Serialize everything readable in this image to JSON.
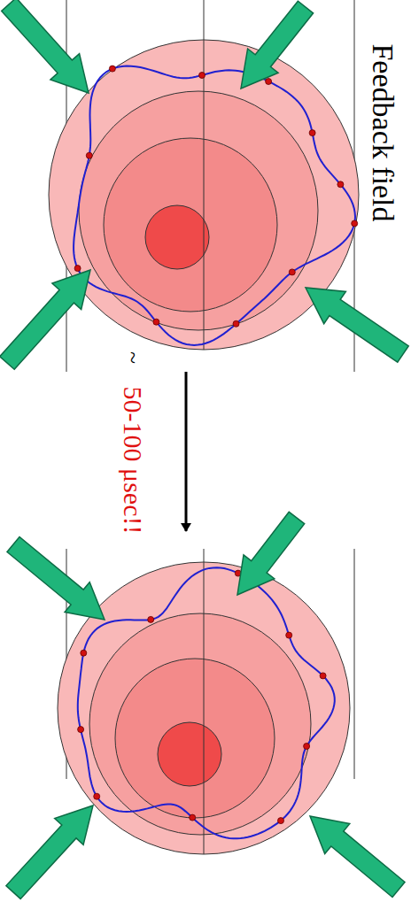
{
  "diagram": {
    "labels": [
      "Feedback field",
      "~",
      "50-100 μsec!!"
    ]
  }
}
